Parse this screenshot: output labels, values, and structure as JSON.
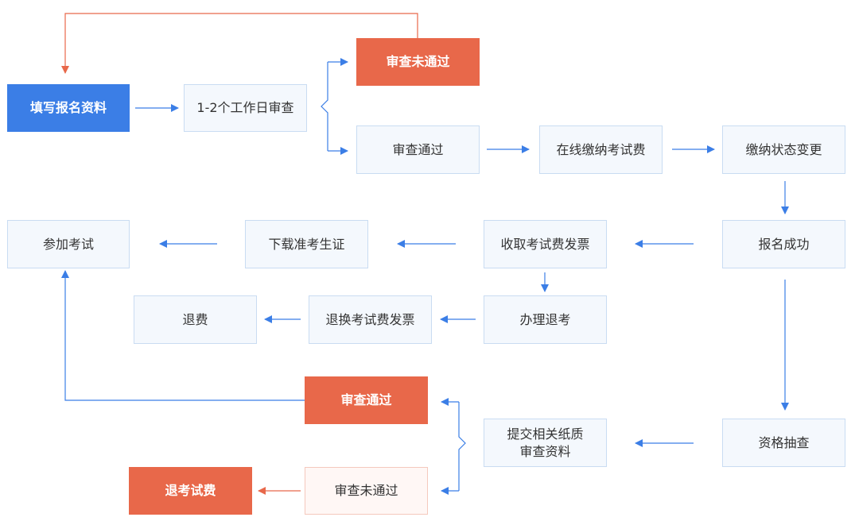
{
  "colors": {
    "blue": "#3b7ee6",
    "orange": "#e8684a",
    "light_bg": "#f4f8fd",
    "light_border": "#c9dcf2"
  },
  "nodes": {
    "fill_info": "填写报名资料",
    "review_1_2_days": "1-2个工作日审查",
    "review_failed_top": "审查未通过",
    "review_passed_top": "审查通过",
    "online_payment": "在线缴纳考试费",
    "payment_status_change": "缴纳状态变更",
    "registration_success": "报名成功",
    "collect_invoice": "收取考试费发票",
    "download_admission": "下载准考生证",
    "attend_exam": "参加考试",
    "withdraw_process": "办理退考",
    "exchange_invoice": "退换考试费发票",
    "refund": "退费",
    "qualification_check": "资格抽查",
    "submit_docs_line1": "提交相关纸质",
    "submit_docs_line2": "审查资料",
    "review_passed_bottom": "审查通过",
    "review_failed_bottom": "审查未通过",
    "refund_exam_fee": "退考试费"
  }
}
